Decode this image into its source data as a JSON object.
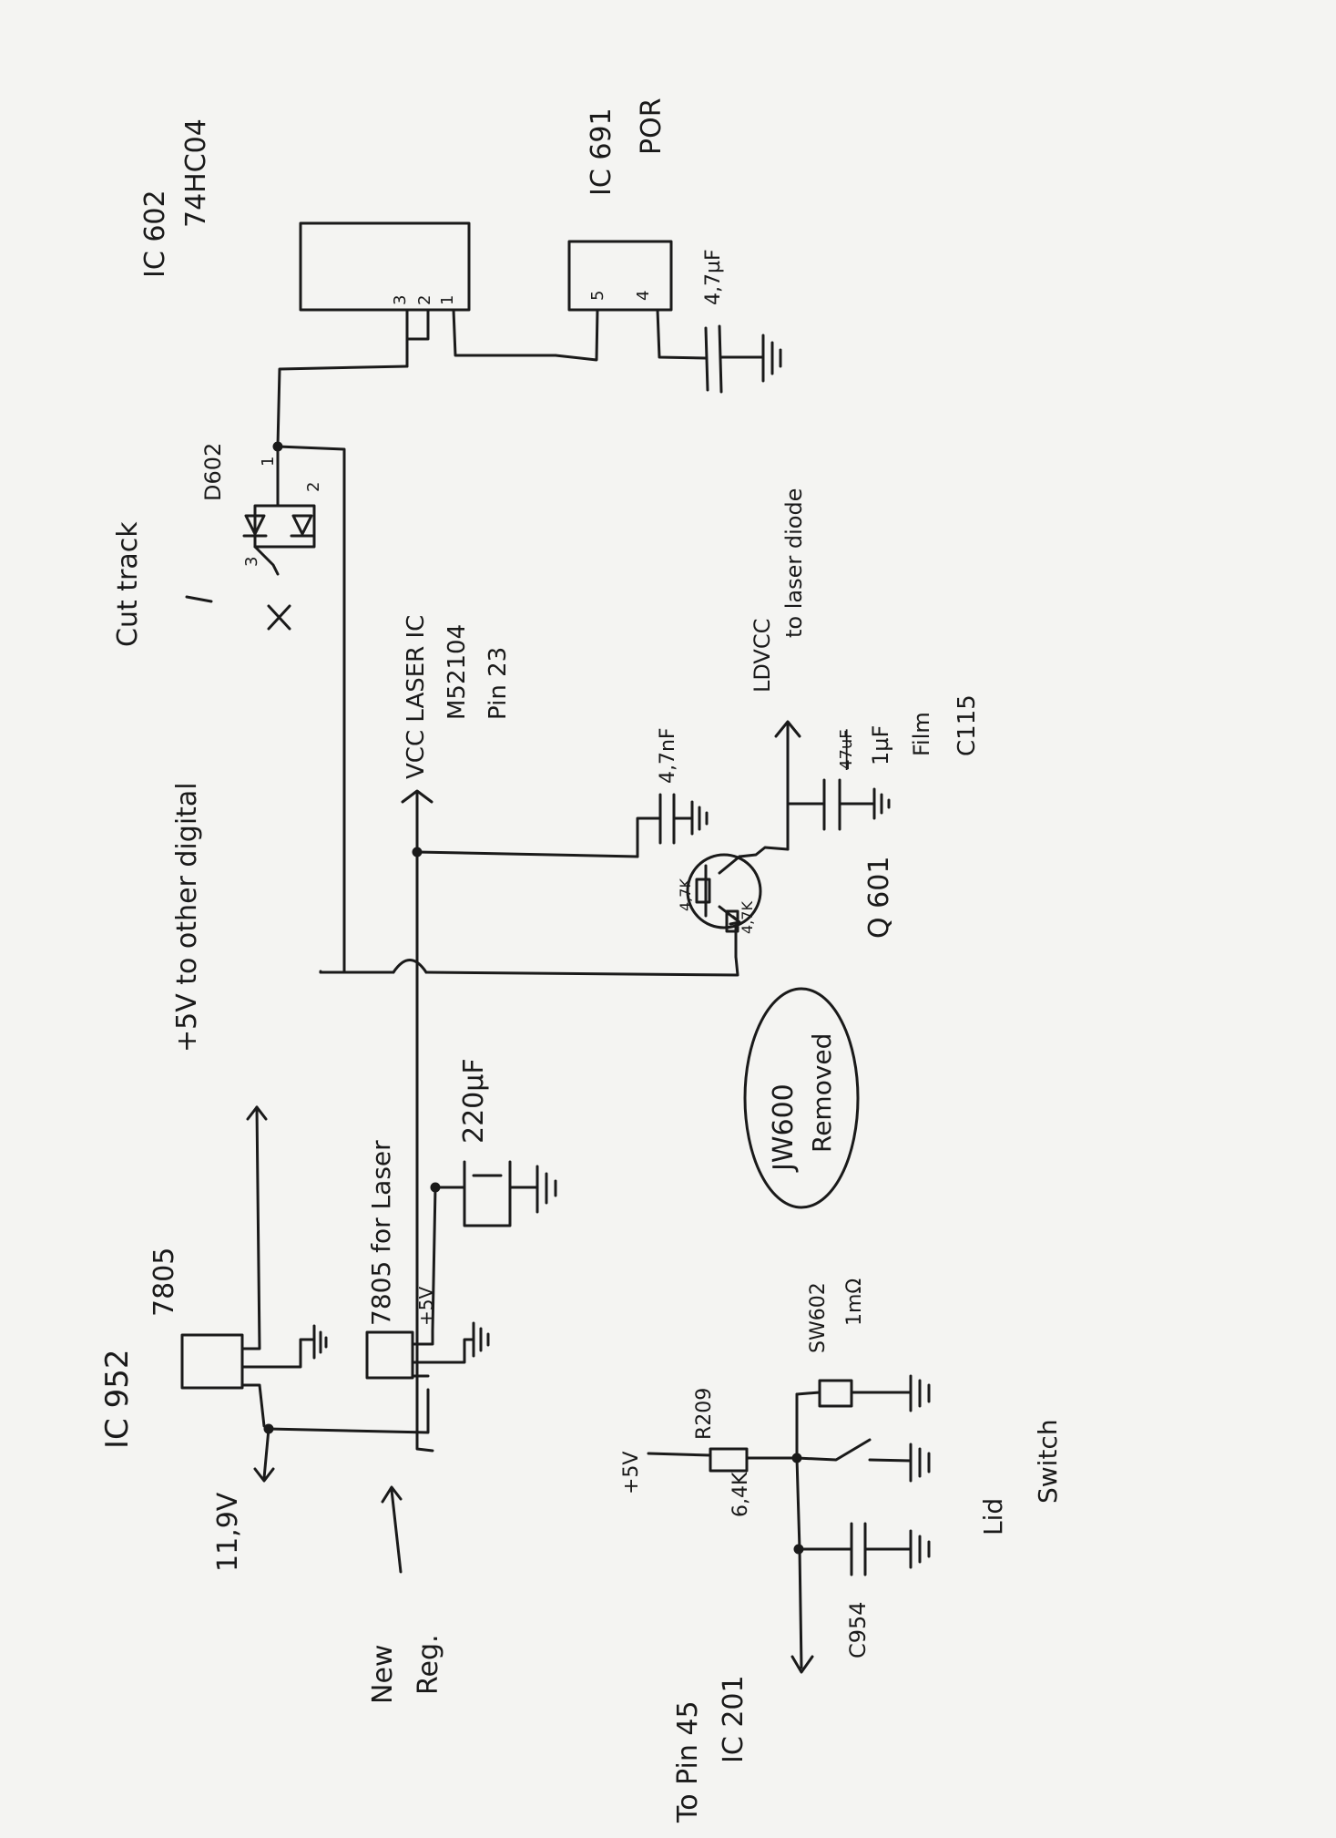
{
  "ink": "#1a1a1a",
  "paper": "#f4f4f2",
  "labels": {
    "ic602_name": "IC 602",
    "ic602_part": "74HC04",
    "ic691_name": "IC 691",
    "ic691_part": "POR",
    "ic602_pin3": "3",
    "ic602_pin2": "2",
    "ic602_pin1": "1",
    "ic691_pin5": "5",
    "ic691_pin4": "4",
    "cap_47uf_top": "4,7µF",
    "d602_name": "D602",
    "d602_pin1": "1",
    "d602_pin2": "2",
    "d602_pin3": "3",
    "cut_mark": "X",
    "cut_track": "Cut track",
    "vcc_laser": "VCC LASER IC",
    "m52104": "M52104",
    "pin23": "Pin 23",
    "ldvcc": "LDVCC",
    "to_laser_diode": "to laser diode",
    "cap_47nf": "4,7nF",
    "cap_47uf_strike": "47uF",
    "cap_1uf": "1µF",
    "film": "Film",
    "c115": "C115",
    "res_47k_a": "4,7K",
    "res_47k_b": "4,7K",
    "q601": "Q 601",
    "jw600": "JW600",
    "removed": "Removed",
    "plus5_other": "+5V to other digital",
    "cap_220uf": "220µF",
    "reg_7805_new": "7805 for Laser",
    "plus5_small": "+5V",
    "ic952": "IC 952",
    "reg_7805": "7805",
    "v119": "11,9V",
    "new": "New",
    "reg": "Reg.",
    "plus5_r209": "+5V",
    "r209": "R209",
    "r209_val": "6,4K",
    "sw602": "SW602",
    "sw602_val": "1mΩ",
    "lid": "Lid",
    "switch": "Switch",
    "c954": "C954",
    "to_pin45": "To Pin 45",
    "ic201": "IC 201"
  }
}
